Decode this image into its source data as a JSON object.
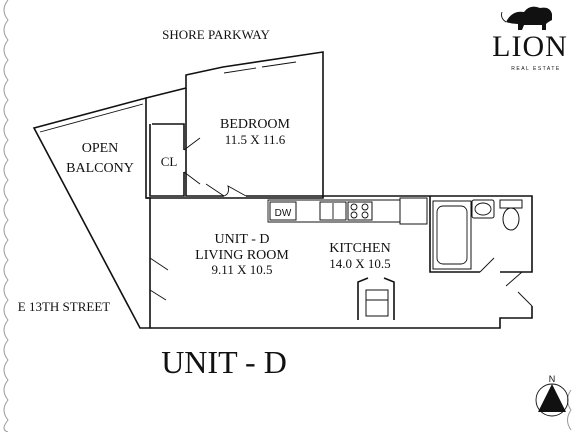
{
  "street_top": "SHORE PARKWAY",
  "street_side": "E 13TH STREET",
  "rooms": {
    "balcony": {
      "line1": "OPEN",
      "line2": "BALCONY"
    },
    "bedroom": {
      "name": "BEDROOM",
      "dims": "11.5 X 11.6"
    },
    "closet": {
      "name": "CL"
    },
    "living": {
      "line1": "UNIT - D",
      "line2": "LIVING ROOM",
      "dims": "9.11 X 10.5"
    },
    "kitchen": {
      "name": "KITCHEN",
      "dims": "14.0 X 10.5"
    }
  },
  "appliance": {
    "dishwasher": "DW"
  },
  "unit_title": "UNIT - D",
  "logo": {
    "name": "LION",
    "tagline": "REAL ESTATE"
  },
  "compass": {
    "label": "N"
  }
}
